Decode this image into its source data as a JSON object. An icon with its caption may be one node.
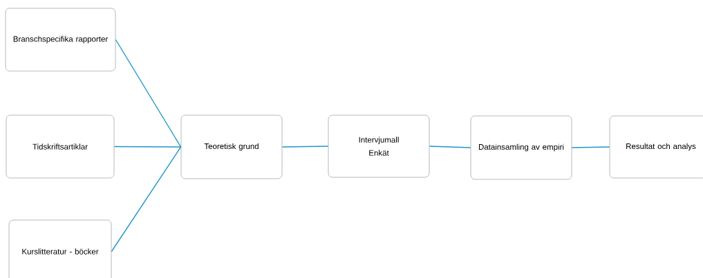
{
  "diagram": {
    "nodes": [
      {
        "text": [
          "Branschspecifika rapporter"
        ]
      },
      {
        "text": [
          "Tidskriftsartiklar"
        ]
      },
      {
        "text": [
          "Kurslitteratur - böcker"
        ]
      },
      {
        "text": [
          "Teoretisk grund"
        ]
      },
      {
        "text": [
          "Intervjumall",
          "Enkät"
        ]
      },
      {
        "text": [
          "Datainsamling av empiri"
        ]
      },
      {
        "text": [
          "Resultat och analys"
        ]
      }
    ],
    "edges": [
      {
        "from": 0,
        "to": 3,
        "arrow": "none"
      },
      {
        "from": 1,
        "to": 3,
        "arrow": "none"
      },
      {
        "from": 2,
        "to": 3,
        "arrow": "none"
      },
      {
        "from": 3,
        "to": 4,
        "arrow": "none"
      },
      {
        "from": 4,
        "to": 5,
        "arrow": "none"
      },
      {
        "from": 5,
        "to": 6,
        "arrow": "none"
      }
    ]
  }
}
